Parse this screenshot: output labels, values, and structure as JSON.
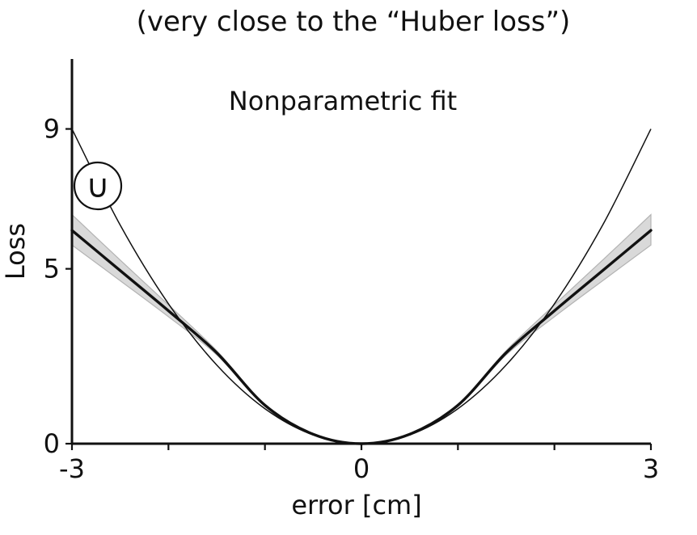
{
  "chart_data": {
    "type": "line",
    "heading": "(very close to the “Huber loss”)",
    "title": "Nonparametric fit",
    "xlabel": "error [cm]",
    "ylabel": "Loss",
    "xlim": [
      -3,
      3
    ],
    "ylim": [
      0,
      11
    ],
    "x_ticks": [
      -3,
      -2,
      -1,
      0,
      1,
      2,
      3
    ],
    "x_tick_labels": [
      "-3",
      "0",
      "3"
    ],
    "y_tick_labels": [
      "0",
      "5",
      "9"
    ],
    "y_ticks": [
      0,
      5,
      9
    ],
    "marker_symbol": "∪",
    "grid": false,
    "legend": "none",
    "colors": {
      "quadratic": "#111111",
      "fit": "#111111",
      "band": "#d9d9d9",
      "band_edge": "#b3b3b3",
      "axis": "#111111"
    },
    "series": [
      {
        "style": "thin",
        "x": [
          -3,
          -2.5,
          -2,
          -1.5,
          -1,
          -0.5,
          0,
          0.5,
          1,
          1.5,
          2,
          2.5,
          3
        ],
        "y": [
          9,
          6.25,
          4,
          2.25,
          1,
          0.25,
          0,
          0.25,
          1,
          2.25,
          4,
          6.25,
          9
        ]
      },
      {
        "style": "thick",
        "x": [
          -3,
          -2.5,
          -2,
          -1.5,
          -1,
          -0.5,
          0,
          0.5,
          1,
          1.5,
          2,
          2.5,
          3
        ],
        "y": [
          6.1,
          4.95,
          3.8,
          2.6,
          1.1,
          0.27,
          0,
          0.27,
          1.1,
          2.6,
          3.8,
          4.95,
          6.1
        ],
        "band_upper": [
          6.55,
          5.25,
          3.97,
          2.66,
          1.12,
          0.28,
          0.01,
          0.28,
          1.12,
          2.66,
          3.97,
          5.25,
          6.55
        ],
        "band_lower": [
          5.68,
          4.66,
          3.63,
          2.54,
          1.08,
          0.26,
          0,
          0.26,
          1.08,
          2.54,
          3.63,
          4.66,
          5.68
        ]
      }
    ]
  }
}
